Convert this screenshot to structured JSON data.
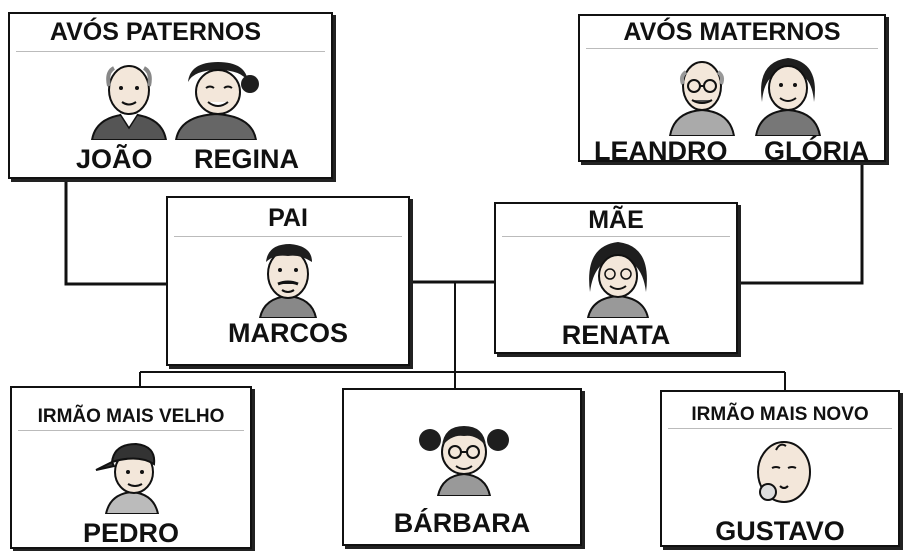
{
  "paternal": {
    "title": "AVÓS PATERNOS",
    "grandfather": "JOÃO",
    "grandmother": "REGINA"
  },
  "maternal": {
    "title": "AVÓS  MATERNOS",
    "grandfather": "LEANDRO",
    "grandmother": "GLÓRIA"
  },
  "father": {
    "title": "PAI",
    "name": "MARCOS"
  },
  "mother": {
    "title": "MÃE",
    "name": "RENATA"
  },
  "older": {
    "title": "IRMÃO MAIS VELHO",
    "name": "PEDRO"
  },
  "sister": {
    "name": "BÁRBARA"
  },
  "younger": {
    "title": "IRMÃO MAIS NOVO",
    "name": "GUSTAVO"
  },
  "colors": {
    "line": "#111111",
    "skin": "#f3e7da",
    "hair": "#1e1e1e"
  }
}
